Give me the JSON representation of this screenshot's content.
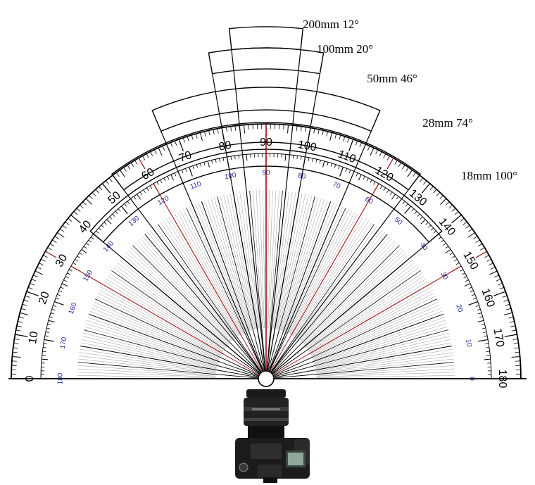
{
  "protractor": {
    "outer_scale": [
      "0",
      "10",
      "20",
      "30",
      "40",
      "50",
      "60",
      "70",
      "80",
      "90",
      "100",
      "110",
      "120",
      "130",
      "140",
      "150",
      "160",
      "170",
      "180"
    ],
    "inner_scale": [
      "180",
      "170",
      "160",
      "150",
      "140",
      "130",
      "120",
      "110",
      "100",
      "90",
      "80",
      "70",
      "60",
      "50",
      "40",
      "30",
      "20",
      "10",
      "0"
    ]
  },
  "lenses": [
    {
      "label": "200mm  12°",
      "angle_of_view": 12
    },
    {
      "label": "100mm  20°",
      "angle_of_view": 20
    },
    {
      "label": "50mm  46°",
      "angle_of_view": 46
    },
    {
      "label": "28mm  74°",
      "angle_of_view": 74
    },
    {
      "label": "18mm 100°",
      "angle_of_view": 100
    }
  ],
  "colors": {
    "ink": "#000000",
    "accent_red": "#a01010",
    "inner_blue": "#2a2aa8",
    "fan_gray": "#9a9a9a"
  },
  "icons": [
    "camera-icon"
  ]
}
